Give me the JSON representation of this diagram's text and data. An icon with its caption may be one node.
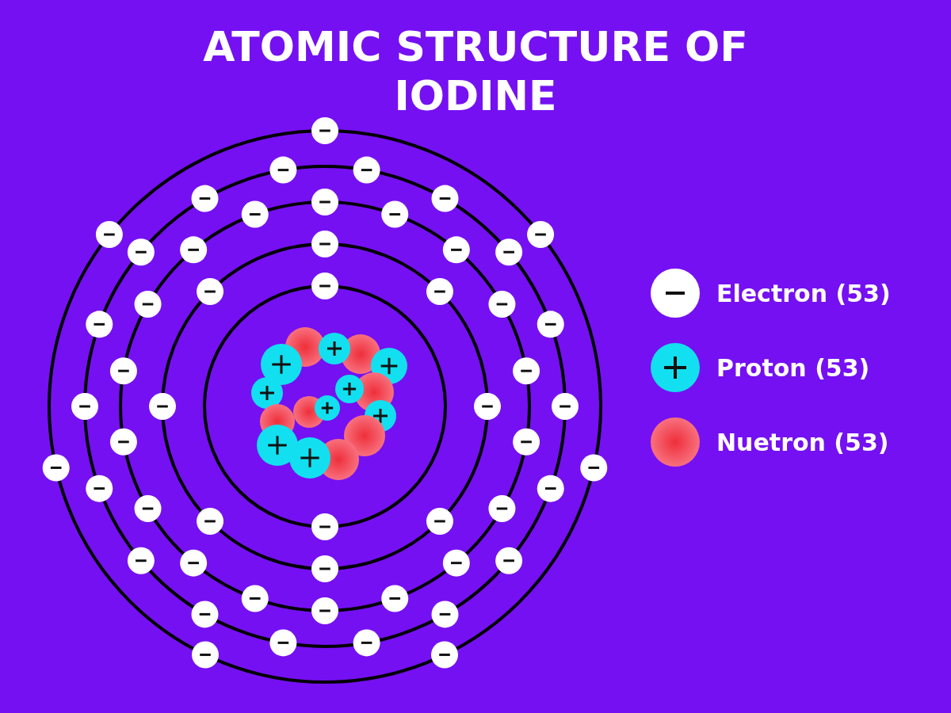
{
  "diagram": {
    "title": "ATOMIC STRUCTURE OF IODINE",
    "legend": [
      {
        "text": "Electron (53)"
      },
      {
        "text": "Proton (53)"
      },
      {
        "text": "Nuetron (53)"
      }
    ]
  }
}
